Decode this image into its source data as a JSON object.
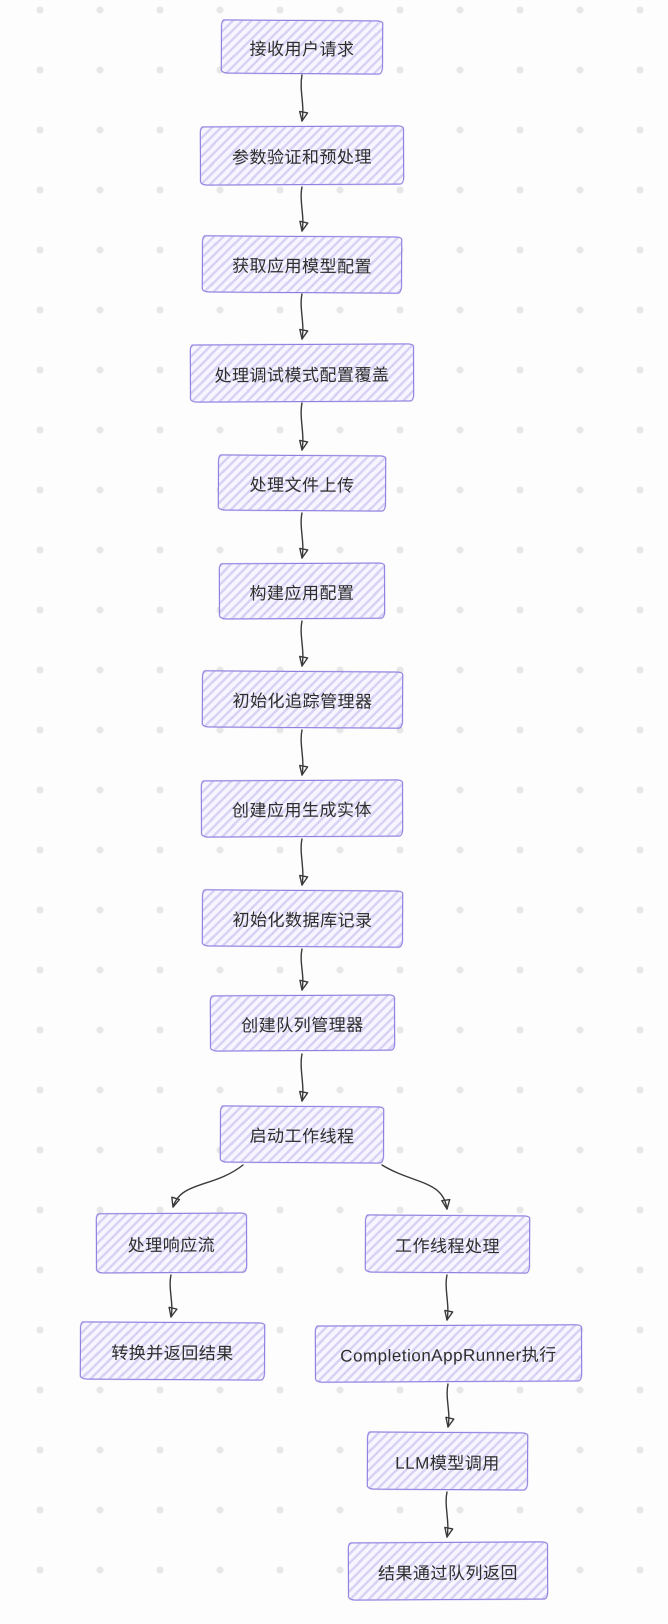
{
  "diagram": {
    "type": "flowchart",
    "style": "hand-drawn",
    "direction": "top-down",
    "colors": {
      "canvas_bg": "#fdfdfd",
      "grid_dot": "#e7e7e7",
      "node_stroke": "#8d7ee0",
      "node_fill": "#f7f5fd",
      "node_hatch": "#d9d2f4",
      "node_text": "#2e2e2e",
      "arrow": "#3a3a3a"
    },
    "nodes": [
      {
        "id": "receive-request",
        "label": "接收用户请求"
      },
      {
        "id": "validate-params",
        "label": "参数验证和预处理"
      },
      {
        "id": "fetch-model-config",
        "label": "获取应用模型配置"
      },
      {
        "id": "debug-config-override",
        "label": "处理调试模式配置覆盖"
      },
      {
        "id": "file-upload",
        "label": "处理文件上传"
      },
      {
        "id": "build-app-config",
        "label": "构建应用配置"
      },
      {
        "id": "init-trace-manager",
        "label": "初始化追踪管理器"
      },
      {
        "id": "create-generate-entity",
        "label": "创建应用生成实体"
      },
      {
        "id": "init-db-record",
        "label": "初始化数据库记录"
      },
      {
        "id": "create-queue-manager",
        "label": "创建队列管理器"
      },
      {
        "id": "start-worker-thread",
        "label": "启动工作线程"
      },
      {
        "id": "handle-response-stream",
        "label": "处理响应流"
      },
      {
        "id": "transform-return-result",
        "label": "转换并返回结果"
      },
      {
        "id": "worker-thread-process",
        "label": "工作线程处理"
      },
      {
        "id": "completion-app-runner",
        "label": "CompletionAppRunner执行"
      },
      {
        "id": "llm-model-call",
        "label": "LLM模型调用"
      },
      {
        "id": "result-via-queue",
        "label": "结果通过队列返回"
      }
    ],
    "edges": [
      {
        "from": "receive-request",
        "to": "validate-params"
      },
      {
        "from": "validate-params",
        "to": "fetch-model-config"
      },
      {
        "from": "fetch-model-config",
        "to": "debug-config-override"
      },
      {
        "from": "debug-config-override",
        "to": "file-upload"
      },
      {
        "from": "file-upload",
        "to": "build-app-config"
      },
      {
        "from": "build-app-config",
        "to": "init-trace-manager"
      },
      {
        "from": "init-trace-manager",
        "to": "create-generate-entity"
      },
      {
        "from": "create-generate-entity",
        "to": "init-db-record"
      },
      {
        "from": "init-db-record",
        "to": "create-queue-manager"
      },
      {
        "from": "create-queue-manager",
        "to": "start-worker-thread"
      },
      {
        "from": "start-worker-thread",
        "to": "handle-response-stream"
      },
      {
        "from": "start-worker-thread",
        "to": "worker-thread-process"
      },
      {
        "from": "handle-response-stream",
        "to": "transform-return-result"
      },
      {
        "from": "worker-thread-process",
        "to": "completion-app-runner"
      },
      {
        "from": "completion-app-runner",
        "to": "llm-model-call"
      },
      {
        "from": "llm-model-call",
        "to": "result-via-queue"
      }
    ]
  }
}
